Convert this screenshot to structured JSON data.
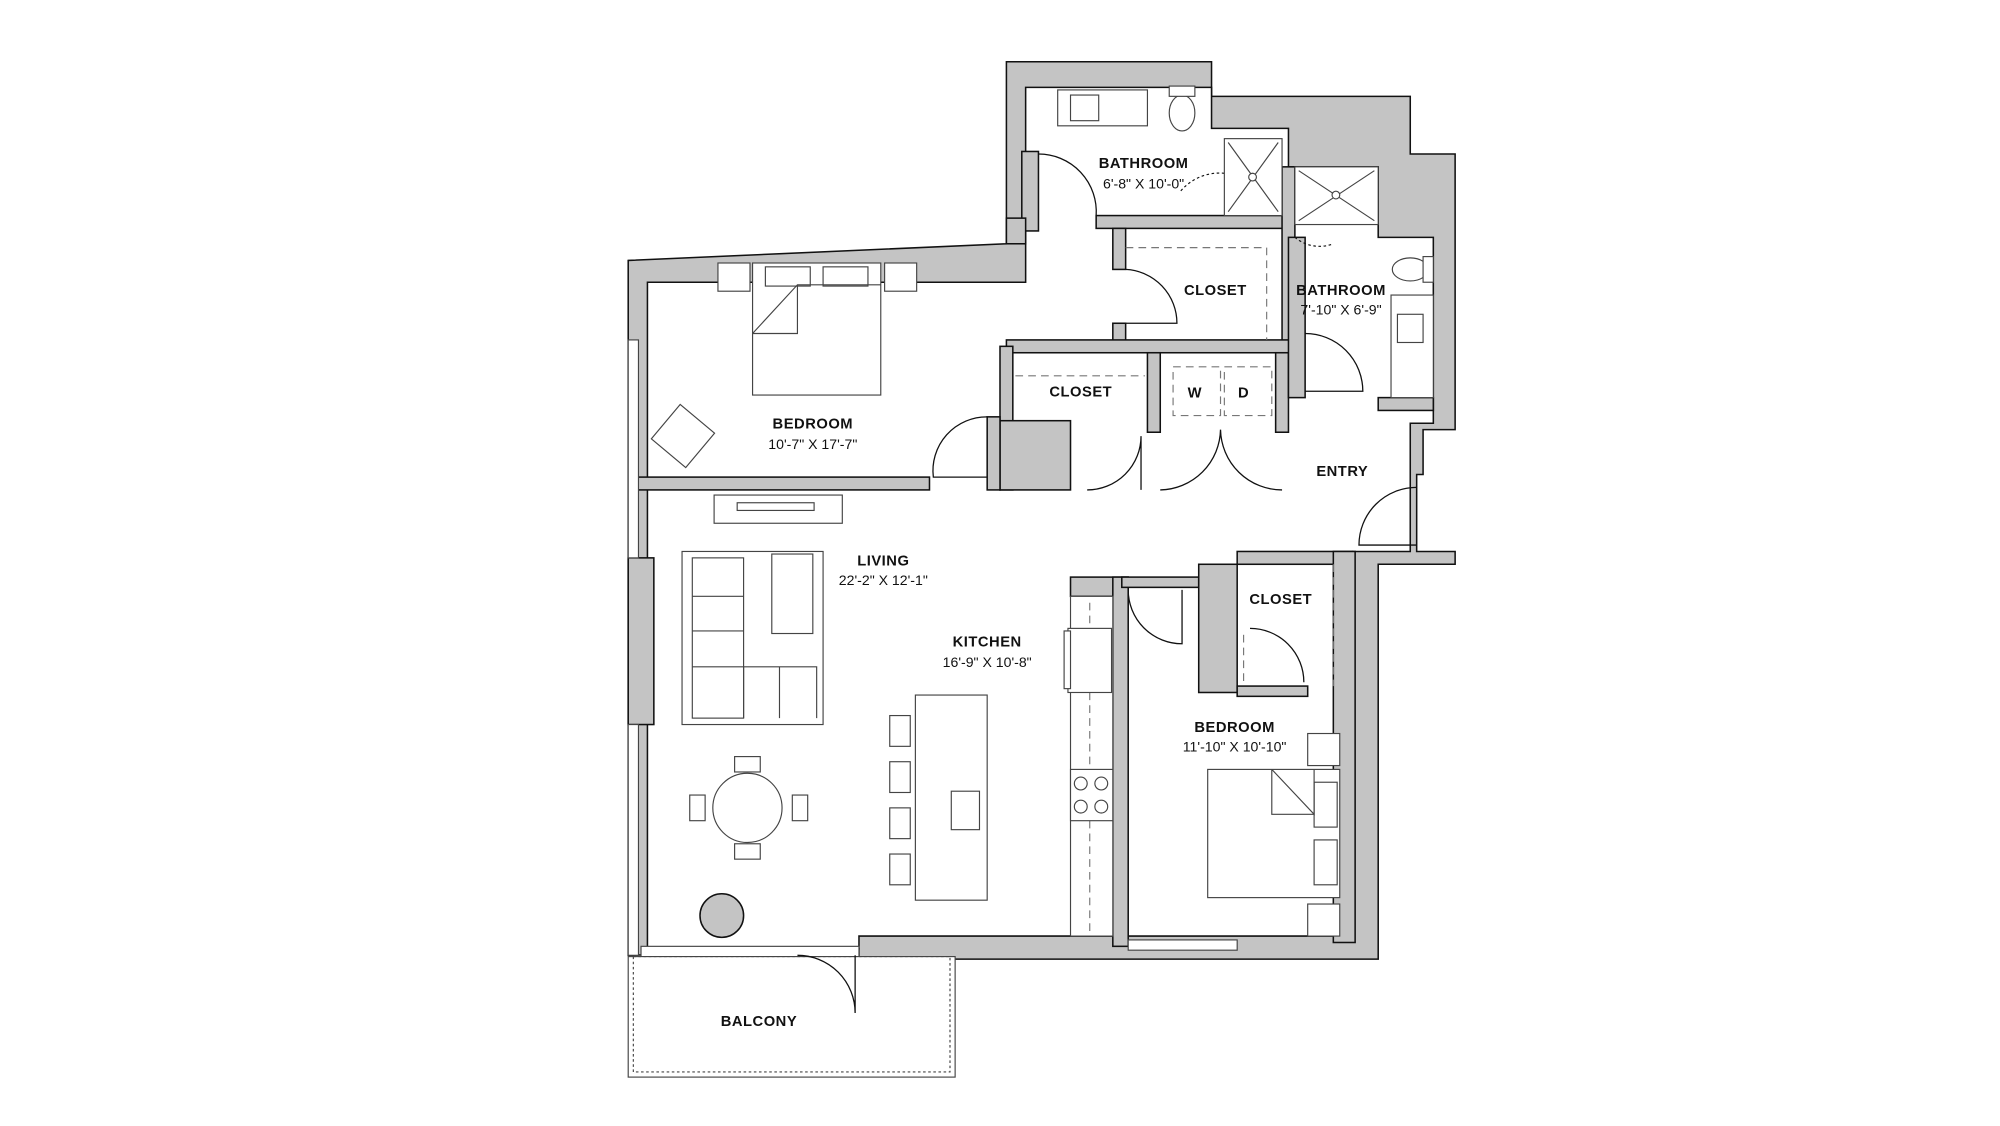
{
  "rooms": {
    "bathroom_1": {
      "name": "BATHROOM",
      "dims": "6'-8\" X 10'-0\""
    },
    "closet_1": {
      "name": "CLOSET"
    },
    "bathroom_2": {
      "name": "BATHROOM",
      "dims": "7'-10\" X 6'-9\""
    },
    "closet_2": {
      "name": "CLOSET"
    },
    "washer": {
      "name": "W"
    },
    "dryer": {
      "name": "D"
    },
    "bedroom_1": {
      "name": "BEDROOM",
      "dims": "10'-7\" X 17'-7\""
    },
    "entry": {
      "name": "ENTRY"
    },
    "living": {
      "name": "LIVING",
      "dims": "22'-2\" X 12'-1\""
    },
    "kitchen": {
      "name": "KITCHEN",
      "dims": "16'-9\" X 10'-8\""
    },
    "closet_3": {
      "name": "CLOSET"
    },
    "bedroom_2": {
      "name": "BEDROOM",
      "dims": "11'-10\" X 10'-10\""
    },
    "balcony": {
      "name": "BALCONY"
    }
  },
  "colors": {
    "wall": "#c4c4c4",
    "line": "#111111",
    "background": "#ffffff"
  }
}
